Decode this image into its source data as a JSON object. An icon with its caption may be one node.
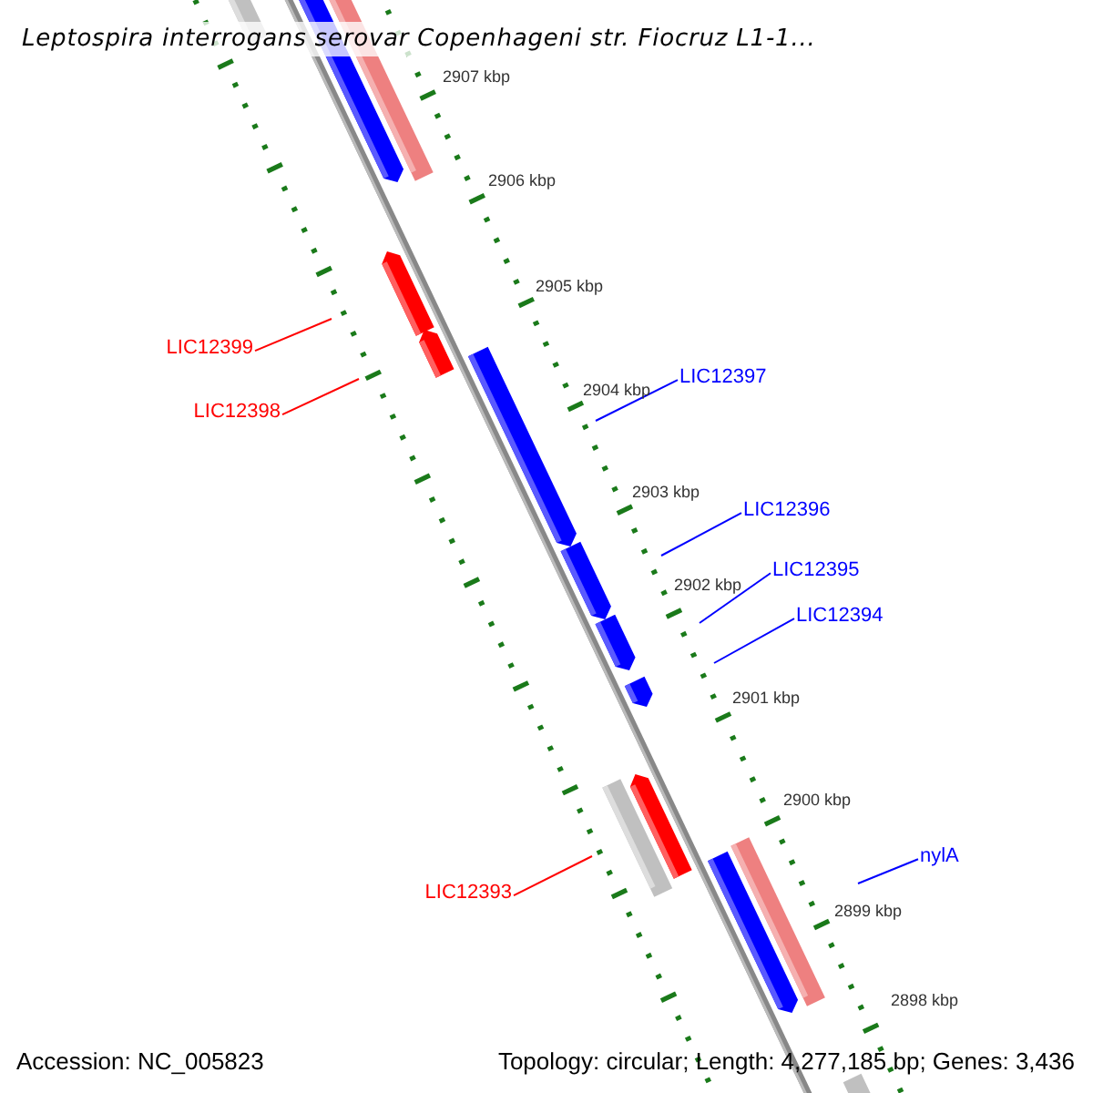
{
  "diagram": {
    "title": "Leptospira interrogans serovar Copenhageni str. Fiocruz L1-1...",
    "nodes": [
      {
        "text": [
          "LIC12399"
        ]
      },
      {
        "text": [
          "LIC12398"
        ]
      },
      {
        "text": [
          "LIC12397"
        ]
      },
      {
        "text": [
          "LIC12396"
        ]
      },
      {
        "text": [
          "LIC12395"
        ]
      },
      {
        "text": [
          "LIC12394"
        ]
      },
      {
        "text": [
          "LIC12393"
        ]
      },
      {
        "text": [
          "nylA"
        ]
      }
    ],
    "edges": [
      {
        "from": 0,
        "to": null,
        "arrow": "none",
        "color": "#ff0000"
      },
      {
        "from": 1,
        "to": null,
        "arrow": "none",
        "color": "#ff0000"
      },
      {
        "from": 2,
        "to": null,
        "arrow": "none"
      },
      {
        "from": 3,
        "to": null,
        "arrow": "none"
      },
      {
        "from": 4,
        "to": null,
        "arrow": "none"
      },
      {
        "from": 5,
        "to": null,
        "arrow": "none"
      },
      {
        "from": 6,
        "to": null,
        "arrow": "none",
        "color": "#ff0000"
      },
      {
        "from": 7,
        "to": null,
        "arrow": "none"
      }
    ],
    "labels": [
      "2907 kbp",
      "2906 kbp",
      "2905 kbp",
      "2904 kbp",
      "2903 kbp",
      "2902 kbp",
      "2901 kbp",
      "2900 kbp",
      "2899 kbp",
      "2898 kbp",
      "Accession: NC_005823",
      "Topology: circular; Length: 4,277,185 bp; Genes: 3,436"
    ]
  }
}
